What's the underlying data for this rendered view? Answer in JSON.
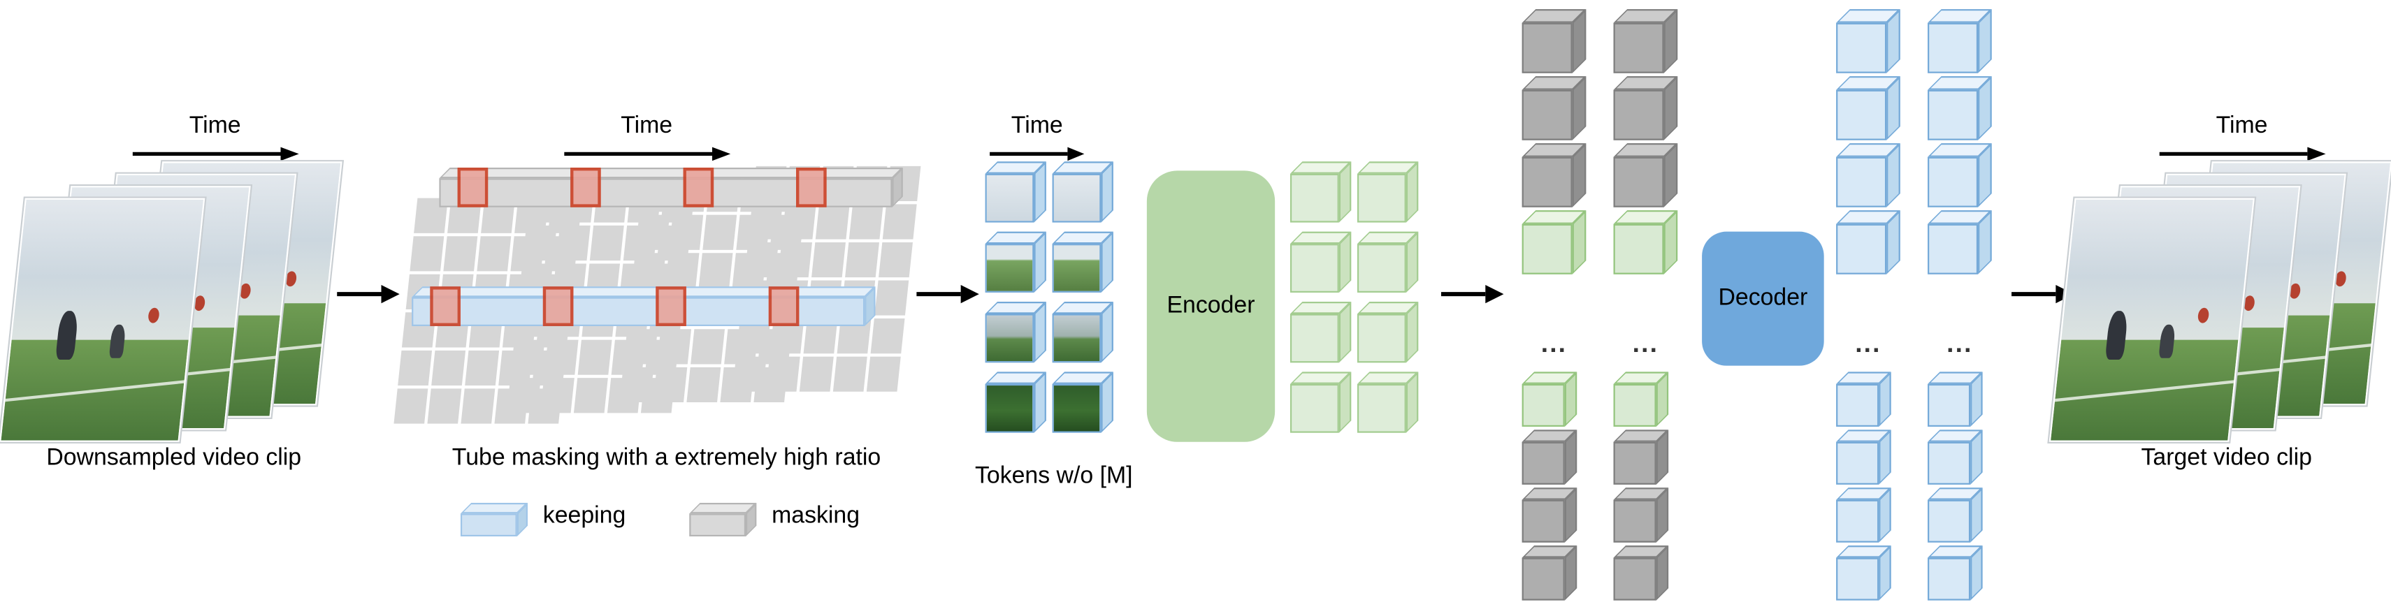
{
  "labels": {
    "time": "Time",
    "downsampled_clip": "Downsampled video clip",
    "tube_masking": "Tube masking with a extremely high ratio",
    "legend_keeping": "keeping",
    "legend_masking": "masking",
    "tokens": "Tokens w/o [M]",
    "encoder": "Encoder",
    "decoder": "Decoder",
    "target_clip": "Target video clip",
    "ellipsis": "..."
  },
  "colors": {
    "arrow": "#000000",
    "text": "#000000",
    "mask_cell": "#d6d6d6",
    "mask_band": "#d9d9d9",
    "keep_band": "#cfe2f3",
    "keep_border": "#9fc5e8",
    "red_fill": "#e8a49b",
    "red_border": "#cc4125",
    "encoder_fill": "#b6d7a8",
    "decoder_fill": "#6fa8dc",
    "gray_cube_front": "#aeaeae",
    "gray_cube_top": "#cccccc",
    "gray_cube_side": "#909090",
    "gray_cube_border": "#7e7e7e",
    "green_cube_front": "#d9ead3",
    "green_cube_top": "#ebf5e5",
    "green_cube_side": "#c2ddb4",
    "green_cube_border": "#93c47d",
    "blue_cube_front": "#d8e9f7",
    "blue_cube_top": "#eaf3fc",
    "blue_cube_side": "#bcd9ef",
    "blue_cube_border": "#74a9d8"
  },
  "structure": {
    "clip_frames": 4,
    "mask_panels": {
      "count": 4,
      "rows": 6,
      "cols": 5
    },
    "token_grid": {
      "rows": 4,
      "cols": 2
    },
    "encoder_output_grid": {
      "rows": 4,
      "cols": 2
    },
    "latent_columns": {
      "count": 2,
      "top": [
        "mask",
        "mask",
        "mask",
        "keep"
      ],
      "bottom": [
        "keep",
        "mask",
        "mask",
        "mask"
      ]
    },
    "decoder_columns": {
      "count": 2,
      "top": [
        "blue",
        "blue",
        "blue",
        "blue"
      ],
      "bottom": [
        "blue",
        "blue",
        "blue",
        "blue"
      ]
    }
  }
}
